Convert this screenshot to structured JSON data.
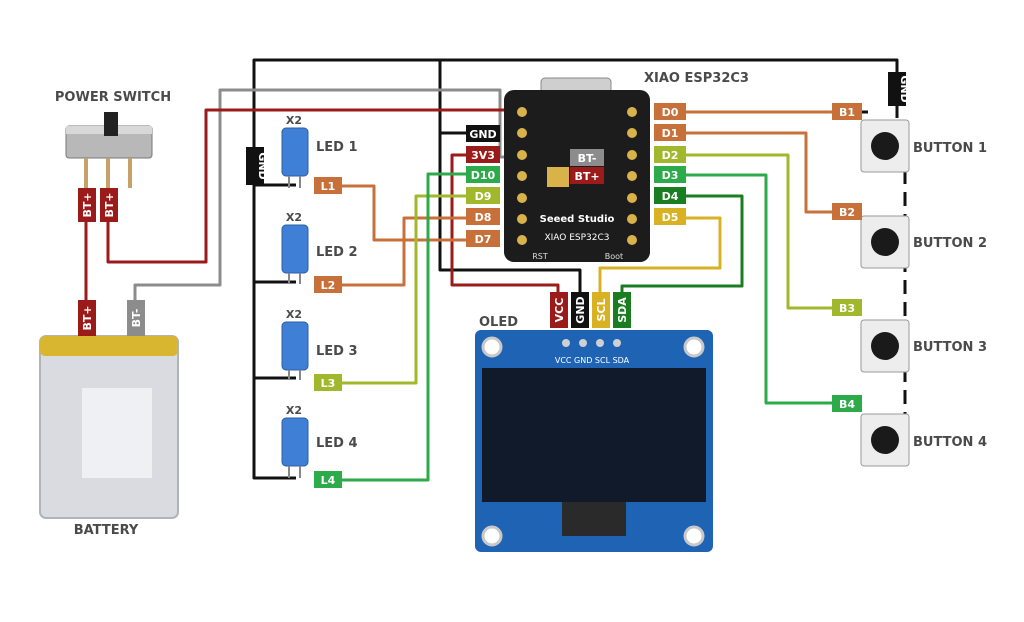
{
  "labels": {
    "power_switch": "POWER SWITCH",
    "battery": "BATTERY",
    "mcu": "XIAO ESP32C3",
    "oled": "OLED",
    "led1": "LED 1",
    "led2": "LED 2",
    "led3": "LED 3",
    "led4": "LED 4",
    "button1": "BUTTON 1",
    "button2": "BUTTON 2",
    "button3": "BUTTON 3",
    "button4": "BUTTON 4",
    "x2": "X2"
  },
  "board": {
    "brand": "Seeed Studio",
    "model": "XIAO ESP32C3",
    "rst": "RST",
    "boot": "Boot",
    "oled_pins": "VCC GND SCL SDA"
  },
  "tags": {
    "gnd": "GND",
    "v3": "3V3",
    "d10": "D10",
    "d9": "D9",
    "d8": "D8",
    "d7": "D7",
    "d0": "D0",
    "d1": "D1",
    "d2": "D2",
    "d3": "D3",
    "d4": "D4",
    "d5": "D5",
    "b1": "B1",
    "b2": "B2",
    "b3": "B3",
    "b4": "B4",
    "l1": "L1",
    "l2": "L2",
    "l3": "L3",
    "l4": "L4",
    "bt_plus": "BT+",
    "bt_minus": "BT-",
    "vcc": "VCC",
    "scl": "SCL",
    "sda": "SDA"
  },
  "colors": {
    "black": "#111111",
    "gray": "#8c8c8c",
    "red": "#9b1b1b",
    "orange": "#c8703a",
    "lime": "#a2b82c",
    "green": "#2daa4a",
    "darkgreen": "#1b7d22",
    "yellow": "#d9b224"
  }
}
